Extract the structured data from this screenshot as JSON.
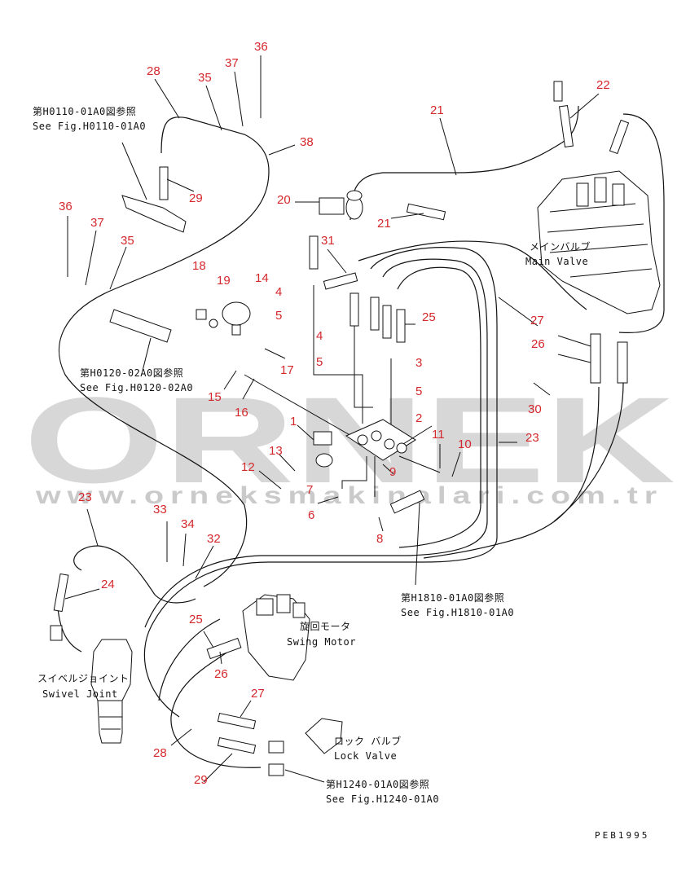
{
  "watermark": {
    "brand": "ORNEK",
    "url": "www.orneksmakinalari.com.tr",
    "color": "#bdbdbd"
  },
  "callout_color": "#d4282d",
  "callouts": [
    "36",
    "37",
    "28",
    "35",
    "38",
    "21",
    "22",
    "29",
    "20",
    "36",
    "37",
    "35",
    "21",
    "18",
    "19",
    "31",
    "14",
    "4",
    "5",
    "25",
    "4",
    "27",
    "5",
    "17",
    "3",
    "26",
    "15",
    "5",
    "16",
    "30",
    "1",
    "2",
    "11",
    "23",
    "13",
    "10",
    "12",
    "7",
    "9",
    "6",
    "8",
    "23",
    "33",
    "34",
    "32",
    "24",
    "25",
    "26",
    "27",
    "28",
    "29"
  ],
  "references": [
    {
      "jp": "第H0110-01A0図参照",
      "en": "See Fig.H0110-01A0"
    },
    {
      "jp": "第H0120-02A0図参照",
      "en": "See Fig.H0120-02A0"
    },
    {
      "jp": "第H1810-01A0図参照",
      "en": "See Fig.H1810-01A0"
    },
    {
      "jp": "第H1240-01A0図参照",
      "en": "See Fig.H1240-01A0"
    }
  ],
  "components": {
    "main_valve": {
      "jp": "メインバルブ",
      "en": "Main Valve"
    },
    "swing_motor": {
      "jp": "旋回モータ",
      "en": "Swing Motor"
    },
    "swivel_joint": {
      "jp": "スイベルジョイント",
      "en": "Swivel Joint"
    },
    "lock_valve": {
      "jp": "ロック バルブ",
      "en": "Lock Valve"
    }
  },
  "drawing_code": "PEB1995",
  "icons": {
    "main_valve": "main-valve-icon",
    "swing_motor": "swing-motor-icon",
    "swivel_joint": "swivel-joint-icon",
    "lock_valve": "lock-valve-icon",
    "solenoid_block": "solenoid-valve-block-icon",
    "accumulator": "accumulator-icon"
  }
}
